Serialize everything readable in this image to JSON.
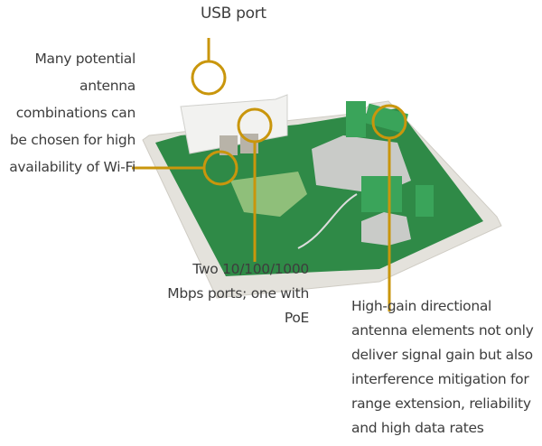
{
  "colors": {
    "callout": "#c9960c",
    "board": "#2e8a45",
    "housing": "#e6e4df",
    "text": "#3d3d3d"
  },
  "image": {
    "subject": "router-circuit-board"
  },
  "callouts": {
    "usb": {
      "lines": [
        "USB port"
      ]
    },
    "antenna_combinations": {
      "lines": [
        "Many potential",
        "antenna",
        "combinations can",
        "be chosen for high",
        "availability of Wi-Fi"
      ]
    },
    "ports": {
      "lines": [
        "Two 10/100/1000",
        "Mbps ports; one with",
        "PoE"
      ]
    },
    "high_gain": {
      "lines": [
        "High-gain directional",
        "antenna elements not only",
        "deliver signal gain but also",
        "interference mitigation for",
        "range extension, reliability",
        "and high data rates"
      ]
    }
  }
}
